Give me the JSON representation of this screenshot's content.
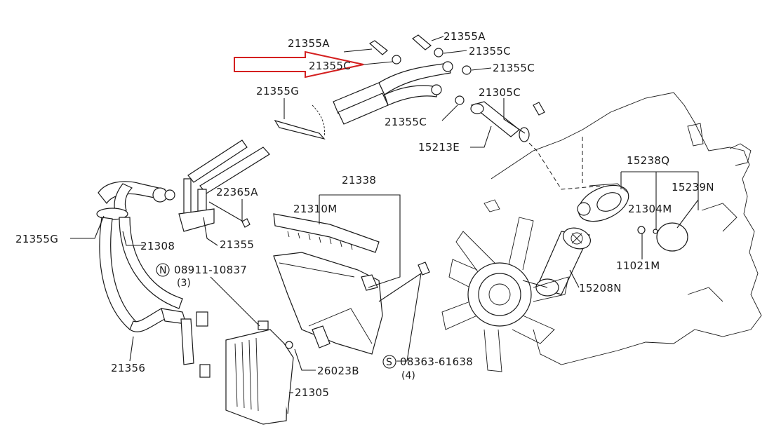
{
  "labels": {
    "l21355A_top": "21355A",
    "l21355A_right": "21355A",
    "l21355C_1": "21355C",
    "l21355C_2": "21355C",
    "l21355C_3": "21355C",
    "l21355C_4": "21355C",
    "l21355G_top": "21355G",
    "l21305C": "21305C",
    "l15213E": "15213E",
    "l21338": "21338",
    "l22365A": "22365A",
    "l21310M": "21310M",
    "l15238Q": "15238Q",
    "l15239N": "15239N",
    "l21304M": "21304M",
    "l21355G_left": "21355G",
    "l21308": "21308",
    "l21355": "21355",
    "l08911": "08911-10837",
    "l08911_qty": "(3)",
    "l11021M": "11021M",
    "l15208N": "15208N",
    "l21356": "21356",
    "l26023B": "26023B",
    "l08363": "08363-61638",
    "l08363_qty": "(4)",
    "l21305": "21305"
  },
  "symbols": {
    "n_mark": "N",
    "s_mark": "S"
  },
  "colors": {
    "arrow": "#d42020",
    "ink": "#1a1a1a"
  }
}
